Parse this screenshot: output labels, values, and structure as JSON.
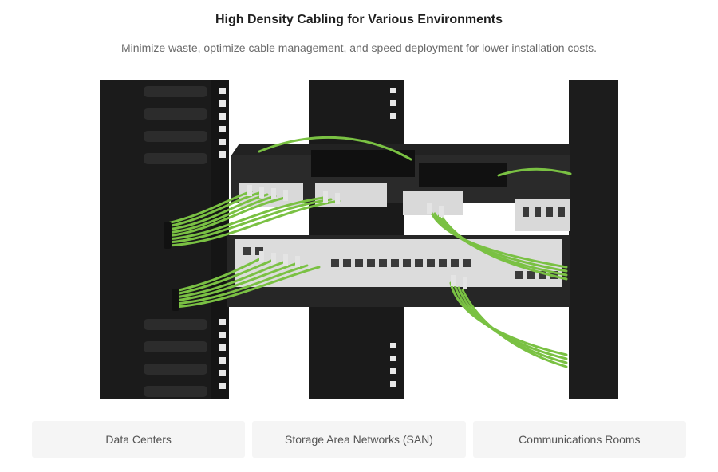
{
  "header": {
    "title": "High Density Cabling for Various Environments",
    "subtitle": "Minimize waste, optimize cable management, and speed deployment for lower installation costs."
  },
  "tabs": [
    {
      "label": "Data Centers"
    },
    {
      "label": "Storage Area Networks (SAN)"
    },
    {
      "label": "Communications Rooms"
    }
  ],
  "colors": {
    "fiber_green": "#7ac143",
    "rack_black": "#1d1d1d",
    "tab_bg": "#f5f5f5"
  }
}
